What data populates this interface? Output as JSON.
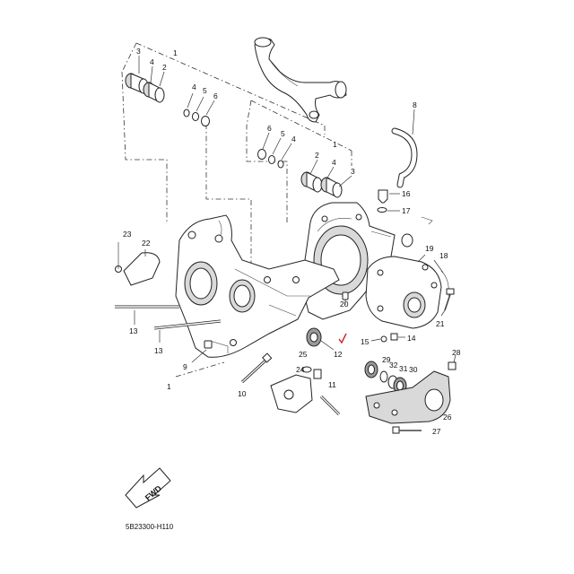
{
  "diagram": {
    "drawing_code": "5B23300-H110",
    "direction_arrow_label": "FWD",
    "callouts": [
      {
        "id": "c1a",
        "text": "1"
      },
      {
        "id": "c3a",
        "text": "3"
      },
      {
        "id": "c4a",
        "text": "4"
      },
      {
        "id": "c2a",
        "text": "2"
      },
      {
        "id": "c4b",
        "text": "4"
      },
      {
        "id": "c5a",
        "text": "5"
      },
      {
        "id": "c6a",
        "text": "6"
      },
      {
        "id": "c8",
        "text": "8"
      },
      {
        "id": "c6b",
        "text": "6"
      },
      {
        "id": "c5b",
        "text": "5"
      },
      {
        "id": "c4c",
        "text": "4"
      },
      {
        "id": "c1b",
        "text": "1"
      },
      {
        "id": "c2b",
        "text": "2"
      },
      {
        "id": "c4d",
        "text": "4"
      },
      {
        "id": "c3b",
        "text": "3"
      },
      {
        "id": "c16",
        "text": "16"
      },
      {
        "id": "c17",
        "text": "17"
      },
      {
        "id": "c23",
        "text": "23"
      },
      {
        "id": "c22",
        "text": "22"
      },
      {
        "id": "c19",
        "text": "19"
      },
      {
        "id": "c18",
        "text": "18"
      },
      {
        "id": "c21",
        "text": "21"
      },
      {
        "id": "c20",
        "text": "20"
      },
      {
        "id": "c13a",
        "text": "13"
      },
      {
        "id": "c13b",
        "text": "13"
      },
      {
        "id": "c9",
        "text": "9"
      },
      {
        "id": "c1c",
        "text": "1"
      },
      {
        "id": "c15",
        "text": "15"
      },
      {
        "id": "c14",
        "text": "14"
      },
      {
        "id": "c12",
        "text": "12"
      },
      {
        "id": "c25",
        "text": "25"
      },
      {
        "id": "c24",
        "text": "24"
      },
      {
        "id": "c10",
        "text": "10"
      },
      {
        "id": "c11",
        "text": "11"
      },
      {
        "id": "c28",
        "text": "28"
      },
      {
        "id": "c29",
        "text": "29"
      },
      {
        "id": "c32",
        "text": "32"
      },
      {
        "id": "c31",
        "text": "31"
      },
      {
        "id": "c30",
        "text": "30"
      },
      {
        "id": "c26",
        "text": "26"
      },
      {
        "id": "c27",
        "text": "27"
      }
    ],
    "marker_color": "#d42020"
  }
}
